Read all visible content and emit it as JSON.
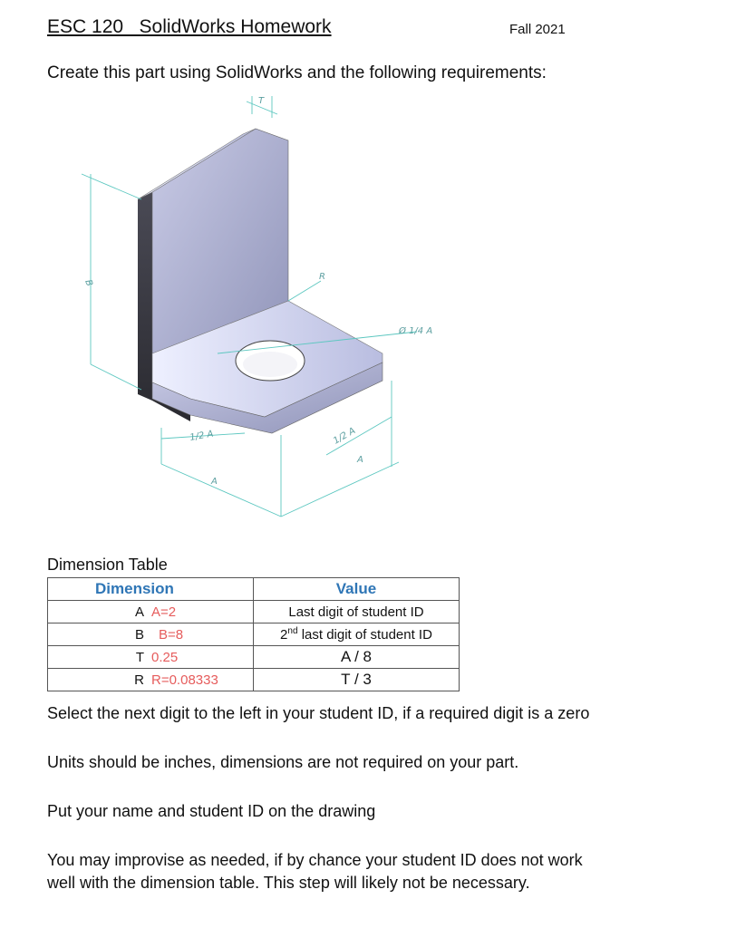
{
  "header": {
    "title": "ESC 120   SolidWorks Homework",
    "term": "Fall 2021"
  },
  "intro": "Create this part using SolidWorks and the following requirements:",
  "figure": {
    "label_T": "T",
    "label_B": "B",
    "label_R": "R",
    "label_hole": "Ø 1/4 A",
    "label_half_a_left": "1/2 A",
    "label_half_a_right": "1/2 A",
    "label_a_left": "A",
    "label_a_right": "A"
  },
  "table": {
    "caption": "Dimension Table",
    "header_dimension": "Dimension",
    "header_value": "Value",
    "rows": [
      {
        "letter": "A",
        "example": "A=2",
        "value": "Last digit of student ID"
      },
      {
        "letter": "B",
        "example": "B=8",
        "value_sup_prefix": "2",
        "value_sup": "nd",
        "value": "last digit of student ID"
      },
      {
        "letter": "T",
        "example": "0.25",
        "value": "A / 8"
      },
      {
        "letter": "R",
        "example": "R=0.08333",
        "value": "T / 3"
      }
    ]
  },
  "notes": [
    "Select the next digit to the left in your student ID, if a required digit is a zero",
    "Units should be inches, dimensions are not required on your part.",
    "Put your name and student ID on the drawing",
    "You may improvise as needed, if by chance your student ID does not work",
    "well with the dimension table. This step will likely not be necessary."
  ],
  "colors": {
    "accent_blue": "#2f76b6",
    "example_red": "#e65c5c",
    "dimension_line": "#5cc7c0"
  }
}
